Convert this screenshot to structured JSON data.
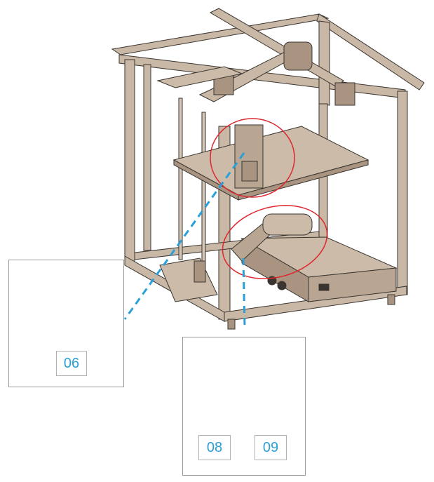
{
  "parts": [
    {
      "id": "extruder-assembly",
      "label": "06"
    },
    {
      "id": "spool-holder-bracket",
      "label": "08"
    },
    {
      "id": "spool-holder-tube",
      "label": "09"
    }
  ],
  "colors": {
    "metal": "#c9b8a5",
    "metal_dark": "#a89480",
    "outline": "#3a3530",
    "highlight_circle": "#e0262e",
    "leader_line": "#2b9fd8",
    "label_text": "#2b9fd8",
    "box_border": "#9a9a9a"
  }
}
